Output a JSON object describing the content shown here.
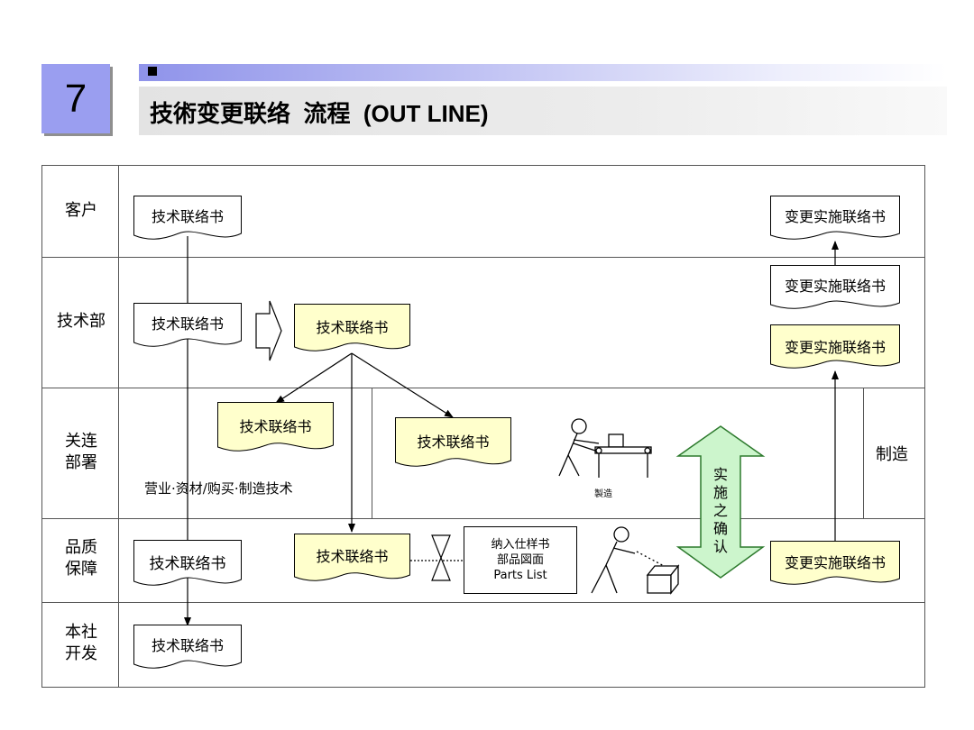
{
  "slide": {
    "number": "7",
    "title": "技術变更联络  流程  (OUT LINE)"
  },
  "lanes": [
    {
      "label_line1": "客户",
      "label_line2": ""
    },
    {
      "label_line1": "技术部",
      "label_line2": ""
    },
    {
      "label_line1": "关连",
      "label_line2": "部署"
    },
    {
      "label_line1": "品质",
      "label_line2": "保障"
    },
    {
      "label_line1": "本社",
      "label_line2": "开发"
    }
  ],
  "documents": {
    "customer_doc": "技术联络书",
    "customer_change_doc": "变更实施联络书",
    "tech_doc": "技术联络书",
    "tech_doc_yellow": "技术联络书",
    "tech_change_doc_white": "变更实施联络书",
    "tech_change_doc_yellow": "变更实施联络书",
    "related_doc_left": "技术联络书",
    "related_doc_right": "技术联络书",
    "qa_doc_white": "技术联络书",
    "qa_doc_yellow": "技术联络书",
    "qa_change_doc": "变更实施联络书",
    "dev_doc": "技术联络书"
  },
  "related_departments_text": "营业·资材/购买·制造技术",
  "manufacturing_label": "制造",
  "manufacturing_icon_caption": "製造",
  "spec_box": {
    "line1": "纳入仕样书",
    "line2": "部品図面",
    "line3": "Parts List"
  },
  "confirm_arrow_text": [
    "实",
    "施",
    "之",
    "确",
    "认"
  ],
  "colors": {
    "yellow_doc": "#ffffcc",
    "green_arrow": "#ccf5cc",
    "number_box": "#9a9ef0"
  }
}
